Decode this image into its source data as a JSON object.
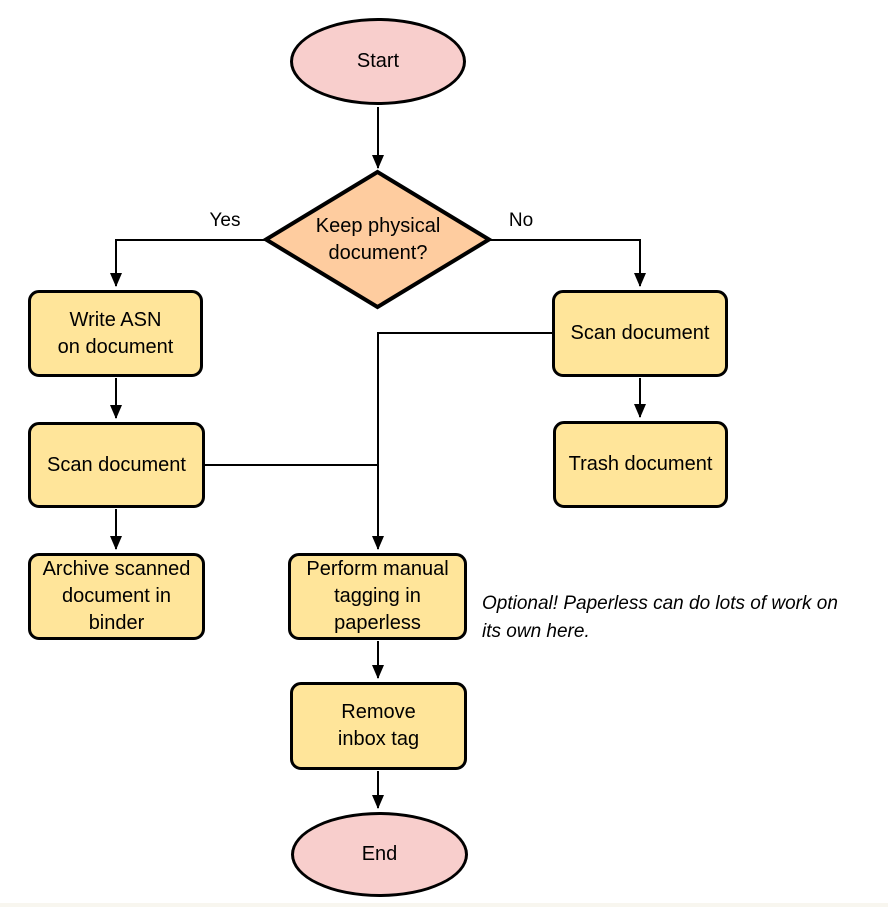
{
  "diagram": {
    "nodes": [
      {
        "id": "start",
        "shape": "terminator",
        "label": "Start"
      },
      {
        "id": "decision",
        "shape": "decision",
        "label": "Keep physical\ndocument?"
      },
      {
        "id": "write-asn",
        "shape": "process",
        "label": "Write ASN\non document"
      },
      {
        "id": "scan-left",
        "shape": "process",
        "label": "Scan document"
      },
      {
        "id": "archive",
        "shape": "process",
        "label": "Archive scanned\ndocument in\nbinder"
      },
      {
        "id": "scan-right",
        "shape": "process",
        "label": "Scan document"
      },
      {
        "id": "trash",
        "shape": "process",
        "label": "Trash document"
      },
      {
        "id": "tagging",
        "shape": "process",
        "label": "Perform manual\ntagging in\npaperless"
      },
      {
        "id": "remove-inbox",
        "shape": "process",
        "label": "Remove\ninbox tag"
      },
      {
        "id": "end",
        "shape": "terminator",
        "label": "End"
      }
    ],
    "edge_labels": {
      "yes": "Yes",
      "no": "No"
    },
    "note": "Optional! Paperless can do lots of work on\nits own here.",
    "colors": {
      "terminator_fill": "#f8cecc",
      "decision_fill": "#fecc9f",
      "process_fill": "#ffe59a",
      "stroke": "#000000",
      "text": "#000000"
    }
  }
}
